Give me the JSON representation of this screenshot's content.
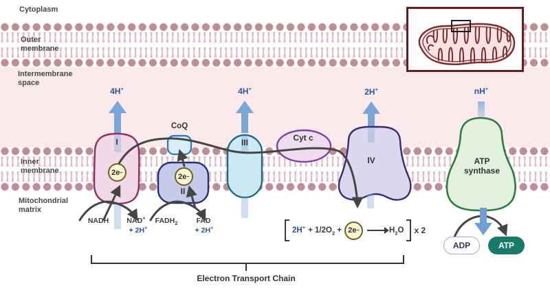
{
  "regions": {
    "cytoplasm": "Cytoplasm",
    "outer_membrane": "Outer membrane",
    "intermembrane_space": "Intermembrane space",
    "inner_membrane": "Inner membrane",
    "mitochondrial_matrix": "Mitochondrial matrix"
  },
  "protons": {
    "p1": {
      "base": "4H",
      "sup": "+"
    },
    "p2": {
      "base": "4H",
      "sup": "+"
    },
    "p3": {
      "base": "2H",
      "sup": "+"
    },
    "p4": {
      "base": "nH",
      "sup": "+"
    }
  },
  "complexes": {
    "c1": "I",
    "c2": "II",
    "c3": "III",
    "c4": "IV",
    "coq": "CoQ",
    "cytc": "Cyt c",
    "atp_synthase": "ATP synthase"
  },
  "electrons": {
    "base": "2e",
    "sup": "−"
  },
  "substrates": {
    "nadh": "NADH",
    "nad": {
      "base": "NAD",
      "sup": "+"
    },
    "plus": "+",
    "h2": {
      "base": "2H",
      "sup": "+"
    },
    "fadh": {
      "base": "FADH",
      "sub": "2"
    },
    "fad": "FAD"
  },
  "equation": {
    "h": {
      "base": "2H",
      "sup": "+"
    },
    "plus1": "+ 1/2O",
    "o2_sub": "2",
    "plus2": " +",
    "water": {
      "p1": "H",
      "sub": "2",
      "p2": "O"
    },
    "multiplier": "x 2"
  },
  "molecules": {
    "adp": "ADP",
    "atp": "ATP"
  },
  "footer": {
    "etc_label": "Electron Transport Chain"
  },
  "colors": {
    "accent_blue_text": "#27549f",
    "proton_arrow_blue": "#79a6d6",
    "electron_line_dark": "#454545",
    "atp_pill_teal": "#187a68",
    "membrane_head": "#bd8e96",
    "intermembrane_bg": "#fbeaec",
    "inset_border": "#6b1a1f"
  }
}
